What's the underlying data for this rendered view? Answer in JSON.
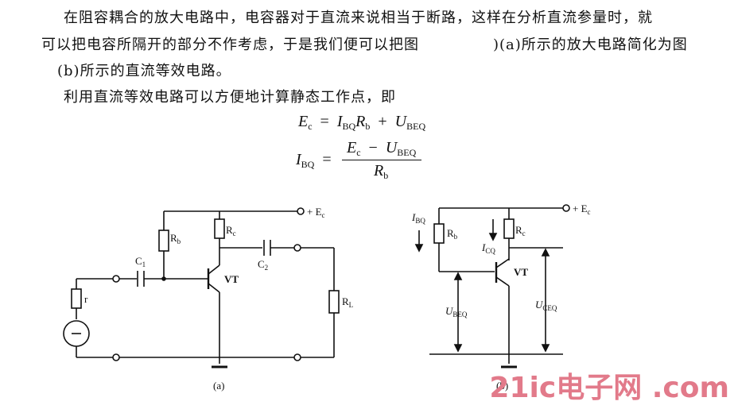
{
  "paragraph": {
    "line1": "在阻容耦合的放大电路中，电容器对于直流来说相当于断路，这样在分析直流参量时，就",
    "line2a": "可以把电容所隔开的部分不作考虑，于是我们便可以把图",
    "line2b": ")(a)所示的放大电路简化为图",
    "line3": "(b)所示的直流等效电路。",
    "line4": "利用直流等效电路可以方便地计算静态工作点，即"
  },
  "equations": {
    "eq1_lhs": "E",
    "eq1_lhs_sub": "c",
    "eq1_eq": "=",
    "eq1_i": "I",
    "eq1_i_sub": "BQ",
    "eq1_r": "R",
    "eq1_r_sub": "b",
    "eq1_plus": "+",
    "eq1_u": "U",
    "eq1_u_sub": "BEQ",
    "eq2_lhs": "I",
    "eq2_lhs_sub": "BQ",
    "eq2_eq": "=",
    "eq2_num_e": "E",
    "eq2_num_e_sub": "c",
    "eq2_minus": "−",
    "eq2_num_u": "U",
    "eq2_num_u_sub": "BEQ",
    "eq2_den": "R",
    "eq2_den_sub": "b"
  },
  "circuit_a": {
    "supply": "+ E",
    "supply_sub": "c",
    "rb": "R",
    "rb_sub": "b",
    "rc": "R",
    "rc_sub": "c",
    "c1": "C",
    "c1_sub": "1",
    "c2": "C",
    "c2_sub": "2",
    "transistor": "VT",
    "source_r": "r",
    "rl": "R",
    "rl_sub": "L",
    "caption": "(a)"
  },
  "circuit_b": {
    "supply": "+ E",
    "supply_sub": "c",
    "ibq": "I",
    "ibq_sub": "BQ",
    "rb": "R",
    "rb_sub": "b",
    "rc": "R",
    "rc_sub": "c",
    "icq": "I",
    "icq_sub": "CQ",
    "transistor": "VT",
    "ubeq": "U",
    "ubeq_sub": "BEQ",
    "uceq": "U",
    "uceq_sub": "CEQ",
    "caption": "(b)"
  },
  "watermark": "21ic电子网 .com"
}
